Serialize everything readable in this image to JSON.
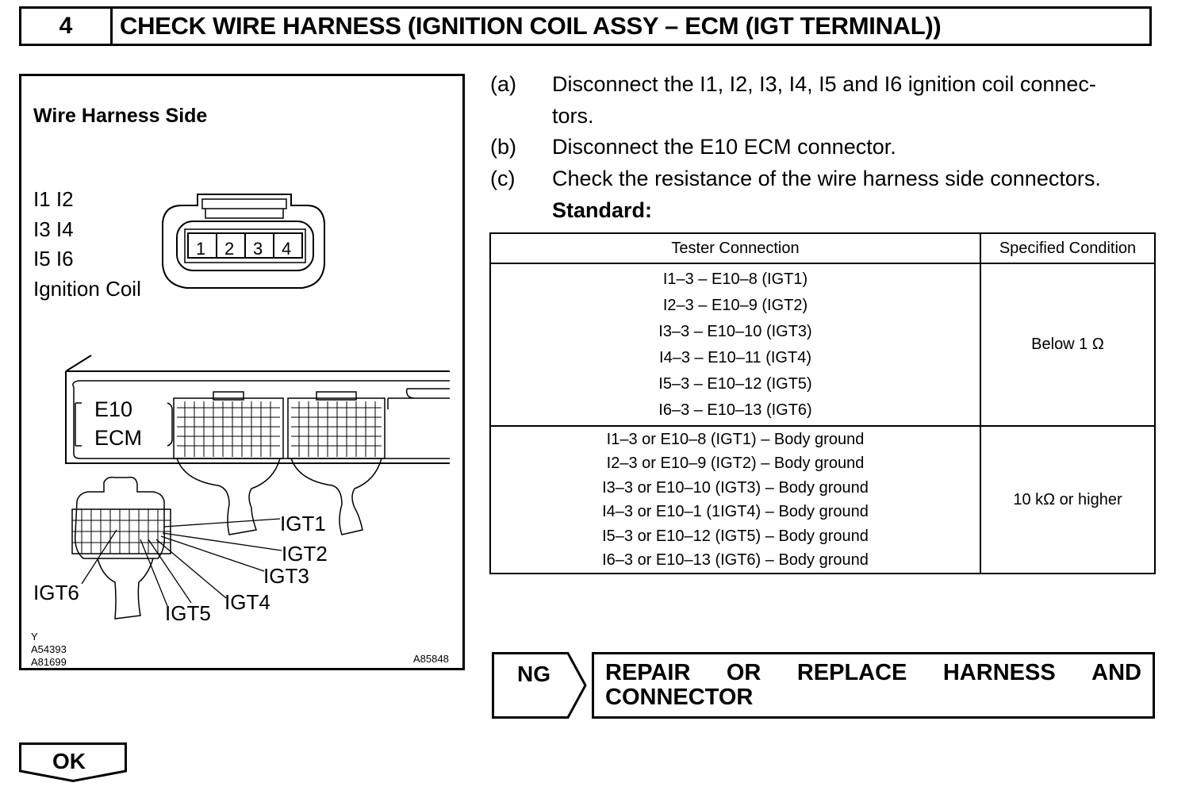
{
  "header": {
    "step_number": "4",
    "title": "CHECK WIRE HARNESS (IGNITION COIL ASSY – ECM (IGT TERMINAL))"
  },
  "figure": {
    "heading": "Wire Harness Side",
    "coil_labels": [
      "I1 I2",
      "I3 I4",
      "I5 I6",
      "Ignition Coil"
    ],
    "pins": [
      "1",
      "2",
      "3",
      "4"
    ],
    "ecm_labels": [
      "E10",
      "ECM"
    ],
    "igt_labels": {
      "igt1": "IGT1",
      "igt2": "IGT2",
      "igt3": "IGT3",
      "igt4": "IGT4",
      "igt5": "IGT5",
      "igt6": "IGT6"
    },
    "codes_left": [
      "Y",
      "A54393",
      "A81699"
    ],
    "code_right": "A85848"
  },
  "steps": [
    {
      "label": "(a)",
      "text_line1": "Disconnect the I1, I2, I3, I4, I5 and I6 ignition coil connec-",
      "text_line2": "tors."
    },
    {
      "label": "(b)",
      "text": "Disconnect the E10 ECM connector."
    },
    {
      "label": "(c)",
      "text": "Check the resistance of the wire harness side connectors."
    }
  ],
  "standard_label": "Standard:",
  "table": {
    "headers": [
      "Tester Connection",
      "Specified Condition"
    ],
    "group1": {
      "rows": [
        "I1–3 – E10–8 (IGT1)",
        "I2–3 – E10–9 (IGT2)",
        "I3–3 – E10–10 (IGT3)",
        "I4–3 – E10–11 (IGT4)",
        "I5–3 – E10–12 (IGT5)",
        "I6–3 – E10–13 (IGT6)"
      ],
      "condition": "Below 1 Ω"
    },
    "group2": {
      "rows": [
        "I1–3 or E10–8 (IGT1) – Body ground",
        "I2–3 or E10–9 (IGT2) – Body ground",
        "I3–3 or E10–10 (IGT3) – Body ground",
        "I4–3 or E10–1 (1IGT4) – Body ground",
        "I5–3 or E10–12 (IGT5) – Body ground",
        "I6–3 or E10–13 (IGT6) – Body ground"
      ],
      "condition": "10 kΩ or higher"
    }
  },
  "ng": {
    "label": "NG",
    "action_words": [
      "REPAIR",
      "OR",
      "REPLACE",
      "HARNESS",
      "AND"
    ],
    "action_line2": "CONNECTOR"
  },
  "ok": {
    "label": "OK"
  }
}
